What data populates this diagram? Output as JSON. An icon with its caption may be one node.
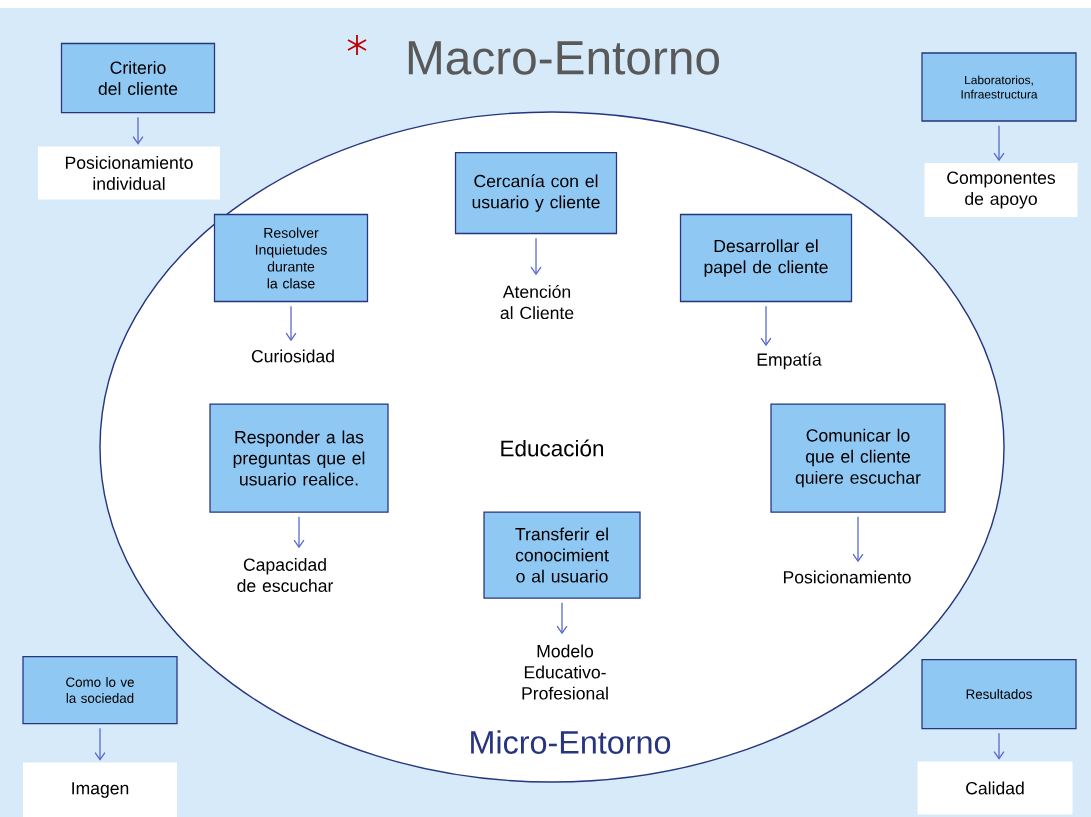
{
  "diagram": {
    "title": "Macro-Entorno",
    "nodes": [
      {
        "text": [
          "Criterio del cliente"
        ]
      },
      {
        "text": [
          "Posicionamiento individual"
        ]
      },
      {
        "text": [
          "Laboratorios, Infraestructura"
        ]
      },
      {
        "text": [
          "Componentes de apoyo"
        ]
      },
      {
        "text": [
          "Educación",
          "Micro-Entorno"
        ]
      },
      {
        "text": [
          "Cercanía con el usuario y cliente"
        ],
        "in": 4
      },
      {
        "text": [
          "Atención al Cliente"
        ],
        "in": 4
      },
      {
        "text": [
          "Resolver Inquietudes durante la clase"
        ],
        "in": 4
      },
      {
        "text": [
          "Curiosidad"
        ],
        "in": 4
      },
      {
        "text": [
          "Desarrollar el papel de cliente"
        ],
        "in": 4
      },
      {
        "text": [
          "Empatía"
        ],
        "in": 4
      },
      {
        "text": [
          "Responder a las preguntas que el usuario realice."
        ],
        "in": 4
      },
      {
        "text": [
          "Capacidad de escuchar"
        ],
        "in": 4
      },
      {
        "text": [
          "Comunicar lo que el cliente quiere escuchar"
        ],
        "in": 4
      },
      {
        "text": [
          "Posicionamiento"
        ],
        "in": 4
      },
      {
        "text": [
          "Transferir el conocimient o al usuario"
        ],
        "in": 4
      },
      {
        "text": [
          "Modelo Educativo-Profesional"
        ],
        "in": 4
      },
      {
        "text": [
          "Como lo ve la sociedad"
        ]
      },
      {
        "text": [
          "Imagen"
        ]
      },
      {
        "text": [
          "Resultados"
        ]
      },
      {
        "text": [
          "Calidad"
        ]
      }
    ],
    "edges": [
      {
        "from": 0,
        "to": 1,
        "arrow": "to"
      },
      {
        "from": 2,
        "to": 3,
        "arrow": "to"
      },
      {
        "from": 5,
        "to": 6,
        "arrow": "to"
      },
      {
        "from": 7,
        "to": 8,
        "arrow": "to"
      },
      {
        "from": 9,
        "to": 10,
        "arrow": "to"
      },
      {
        "from": 11,
        "to": 12,
        "arrow": "to"
      },
      {
        "from": 13,
        "to": 14,
        "arrow": "to"
      },
      {
        "from": 15,
        "to": 16,
        "arrow": "to"
      },
      {
        "from": 17,
        "to": 18,
        "arrow": "to"
      },
      {
        "from": 19,
        "to": 20,
        "arrow": "to"
      }
    ]
  }
}
